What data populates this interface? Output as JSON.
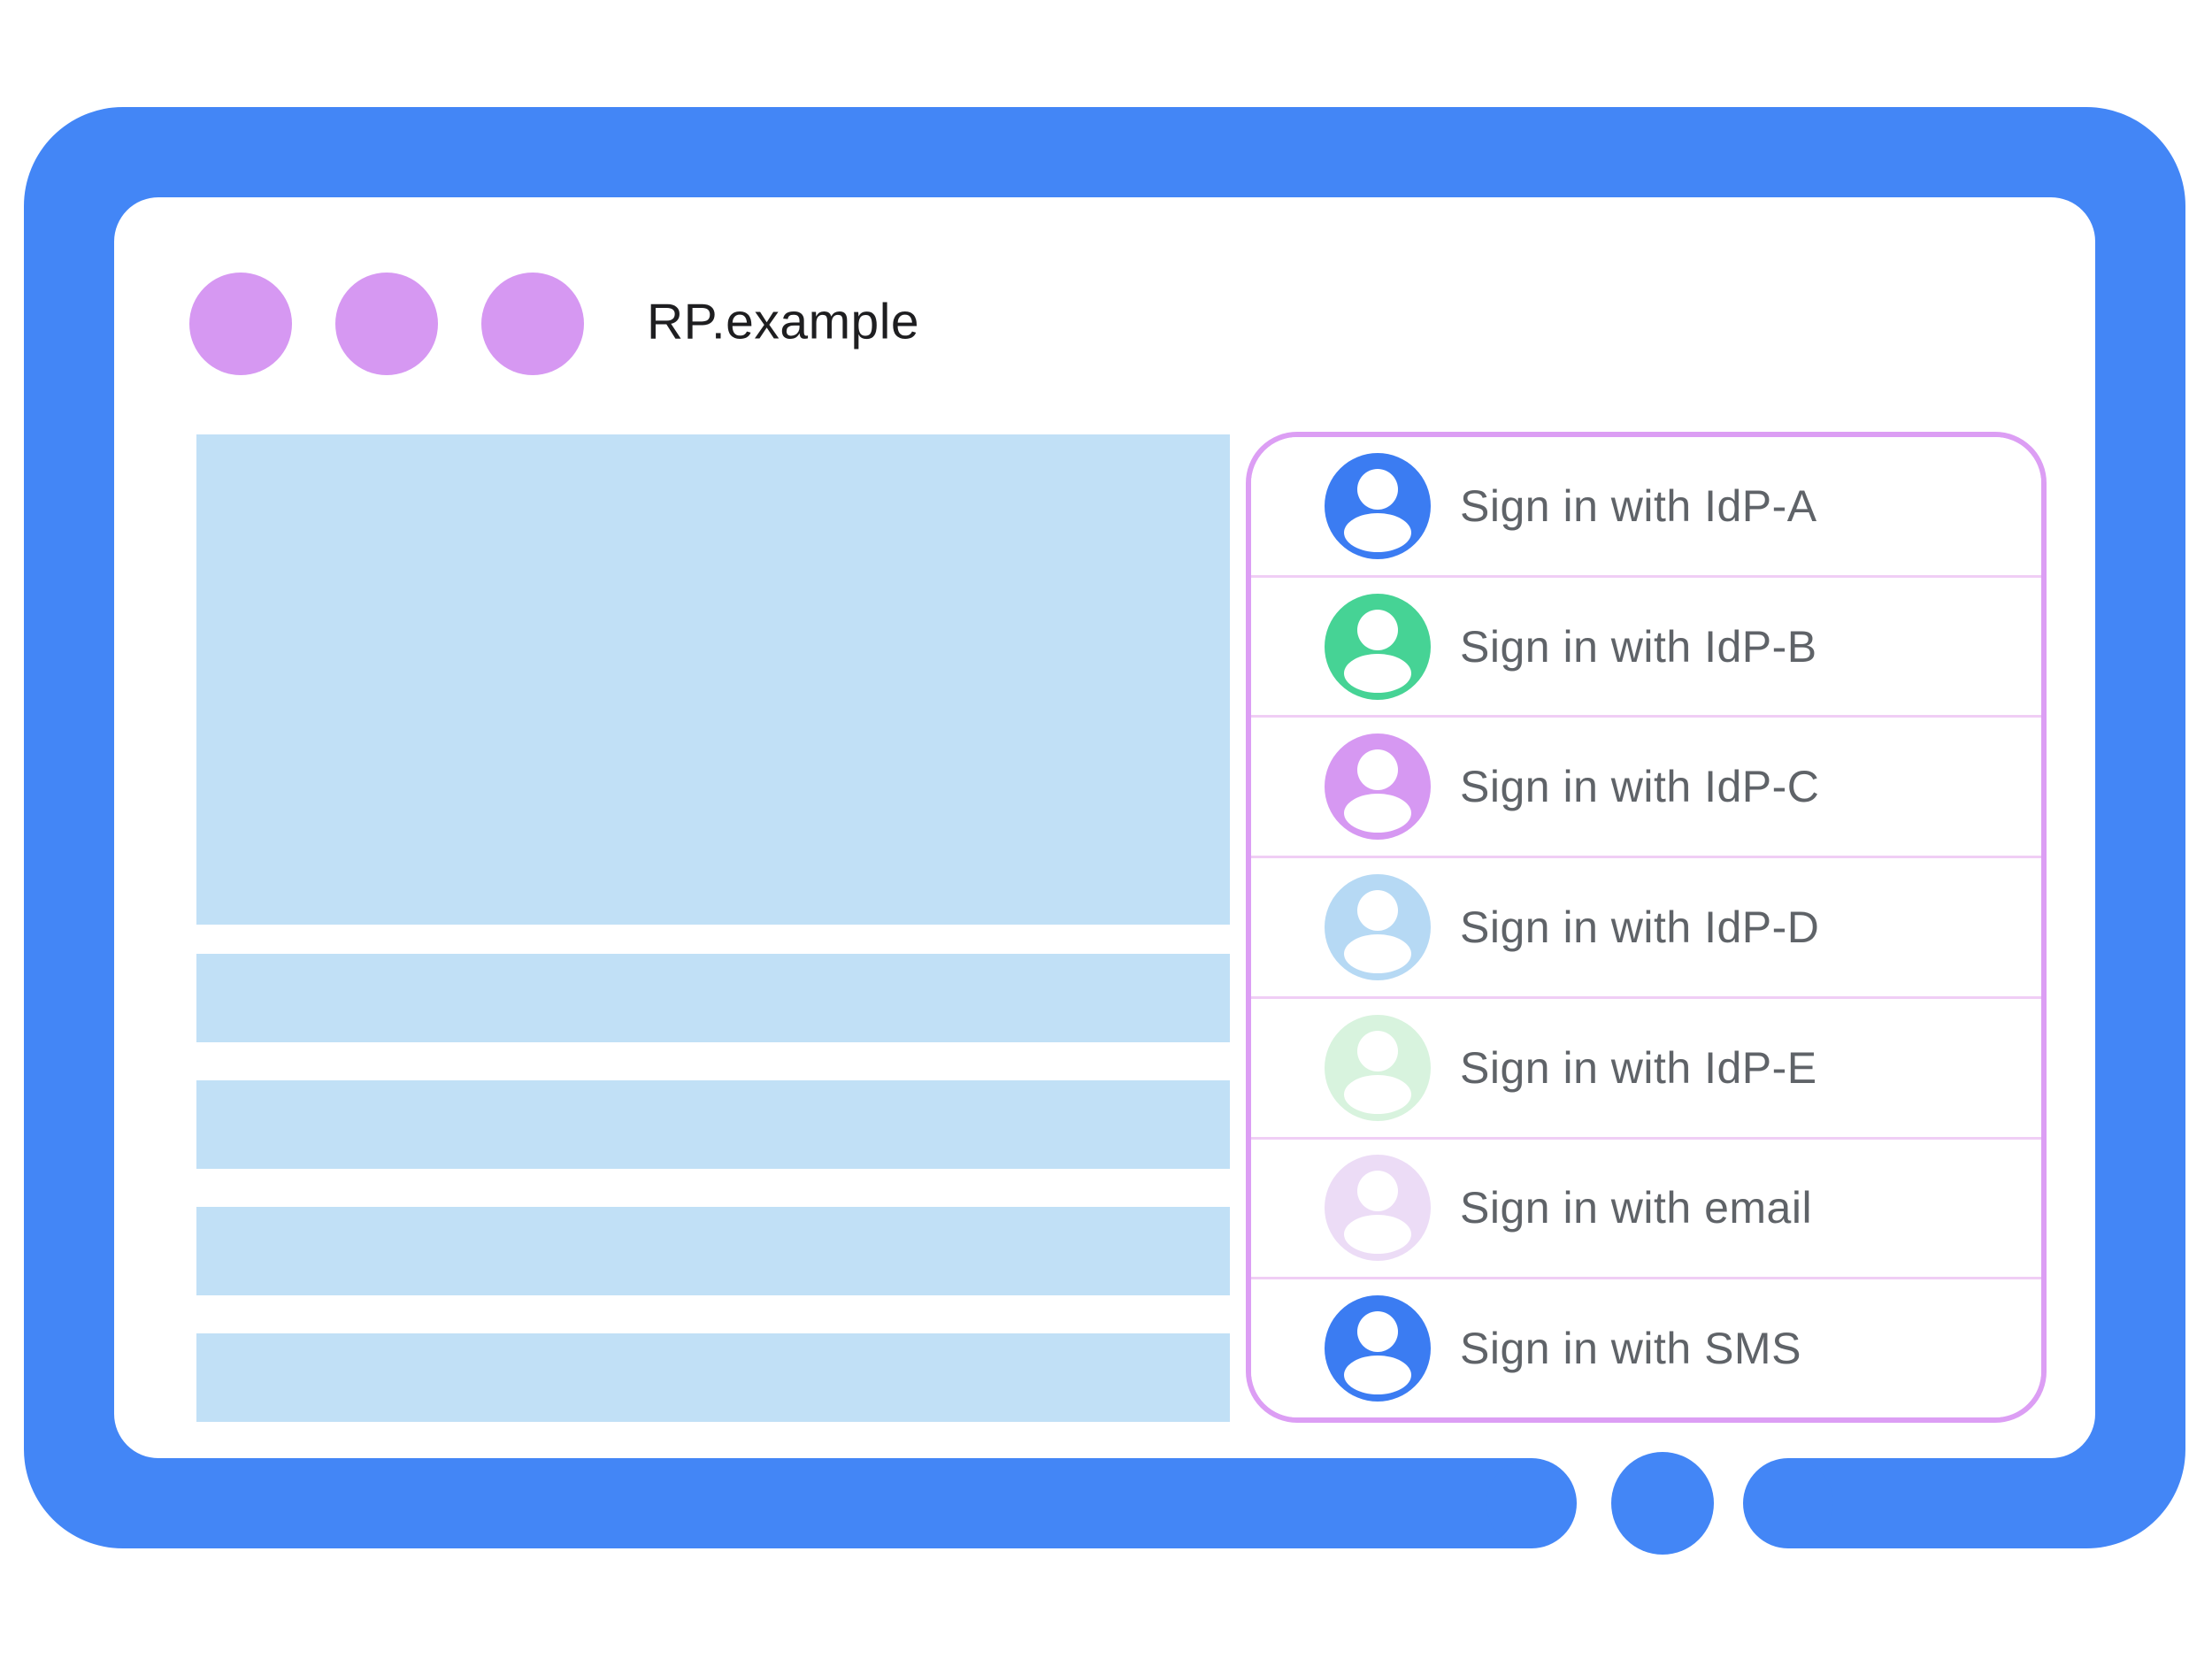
{
  "window": {
    "title": "RP.example",
    "dot_count": 3
  },
  "content": {
    "placeholder_blocks": [
      "hero-image",
      "text-line-1",
      "text-line-2",
      "text-line-3",
      "text-line-4"
    ]
  },
  "signin_panel": {
    "options": [
      {
        "id": "idp-a",
        "label": "Sign in with IdP-A",
        "color": "#3b7cf2"
      },
      {
        "id": "idp-b",
        "label": "Sign in with IdP-B",
        "color": "#46d395"
      },
      {
        "id": "idp-c",
        "label": "Sign in with IdP-C",
        "color": "#d698f2"
      },
      {
        "id": "idp-d",
        "label": "Sign in with IdP-D",
        "color": "#b6d9f4"
      },
      {
        "id": "idp-e",
        "label": "Sign in with IdP-E",
        "color": "#d8f3de"
      },
      {
        "id": "email",
        "label": "Sign in with email",
        "color": "#ecdcf6"
      },
      {
        "id": "sms",
        "label": "Sign in with SMS",
        "color": "#3b7cf2"
      }
    ]
  },
  "palette": {
    "frame_blue": "#4386f6",
    "window_dot_purple": "#d698f2",
    "content_placeholder_blue": "#c1e0f6",
    "panel_border_purple": "#dc9ef4",
    "row_divider_pink": "#f0cef5",
    "label_gray": "#5f6368",
    "title_black": "#1e1e20",
    "avatar_glyph_white": "#ffffff"
  }
}
